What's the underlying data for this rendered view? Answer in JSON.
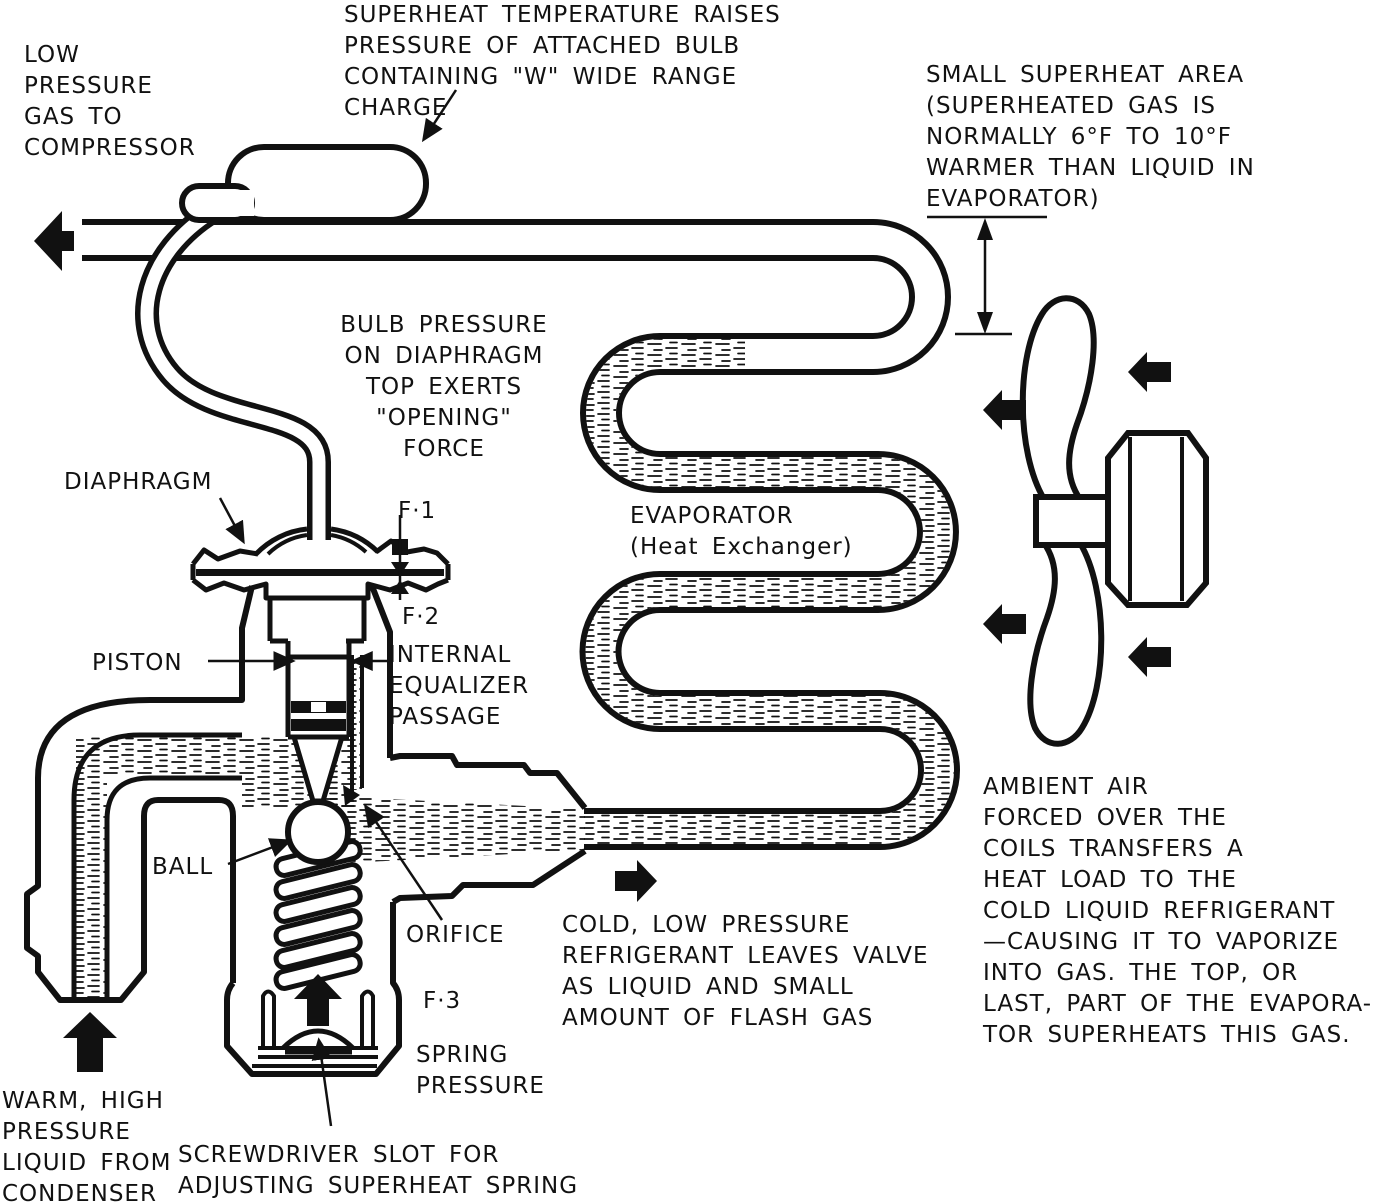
{
  "labels": {
    "low_pressure_gas": "LOW\nPRESSURE\nGAS TO\nCOMPRESSOR",
    "superheat_bulb_note": "SUPERHEAT TEMPERATURE RAISES\nPRESSURE OF ATTACHED BULB\nCONTAINING \"W\" WIDE RANGE\nCHARGE",
    "small_superheat_area": "SMALL SUPERHEAT AREA\n(SUPERHEATED GAS IS\nNORMALLY 6°F TO 10°F\nWARMER THAN LIQUID IN\nEVAPORATOR)",
    "bulb_pressure_note": "BULB PRESSURE\nON DIAPHRAGM\nTOP EXERTS\n\"OPENING\"\nFORCE",
    "diaphragm": "DIAPHRAGM",
    "f1": "F·1",
    "f2": "F·2",
    "f3": "F·3",
    "piston": "PISTON",
    "internal_equalizer": "INTERNAL\nEQUALIZER\nPASSAGE",
    "evaporator": "EVAPORATOR\n(Heat Exchanger)",
    "ball": "BALL",
    "orifice": "ORIFICE",
    "cold_refrigerant_note": "COLD, LOW PRESSURE\nREFRIGERANT LEAVES VALVE\nAS LIQUID AND SMALL\nAMOUNT OF FLASH GAS",
    "ambient_air_note": "AMBIENT AIR\nFORCED OVER THE\nCOILS TRANSFERS A\nHEAT LOAD TO THE\nCOLD LIQUID REFRIGERANT\n—CAUSING IT TO VAPORIZE\nINTO GAS. THE TOP, OR\nLAST, PART OF THE EVAPORA-\nTOR SUPERHEATS THIS GAS.",
    "spring_pressure": "SPRING\nPRESSURE",
    "warm_liquid": "WARM, HIGH\nPRESSURE\nLIQUID FROM\nCONDENSER",
    "screwdriver_note": "SCREWDRIVER SLOT FOR\nADJUSTING SUPERHEAT SPRING"
  },
  "colors": {
    "ink": "#111111",
    "paper": "#ffffff"
  },
  "icons": {
    "suction-flow-arrow": "left-black-arrow",
    "inlet-flow-arrow": "up-black-arrow",
    "outlet-flow-arrow": "right-black-arrow",
    "spring-force-arrow": "up-black-arrow",
    "airflow-arrows": "four-left-black-arrows",
    "superheat-dimension": "double-headed-vertical-arrow",
    "f1-force-marks": "square-and-opposed-triangles"
  }
}
